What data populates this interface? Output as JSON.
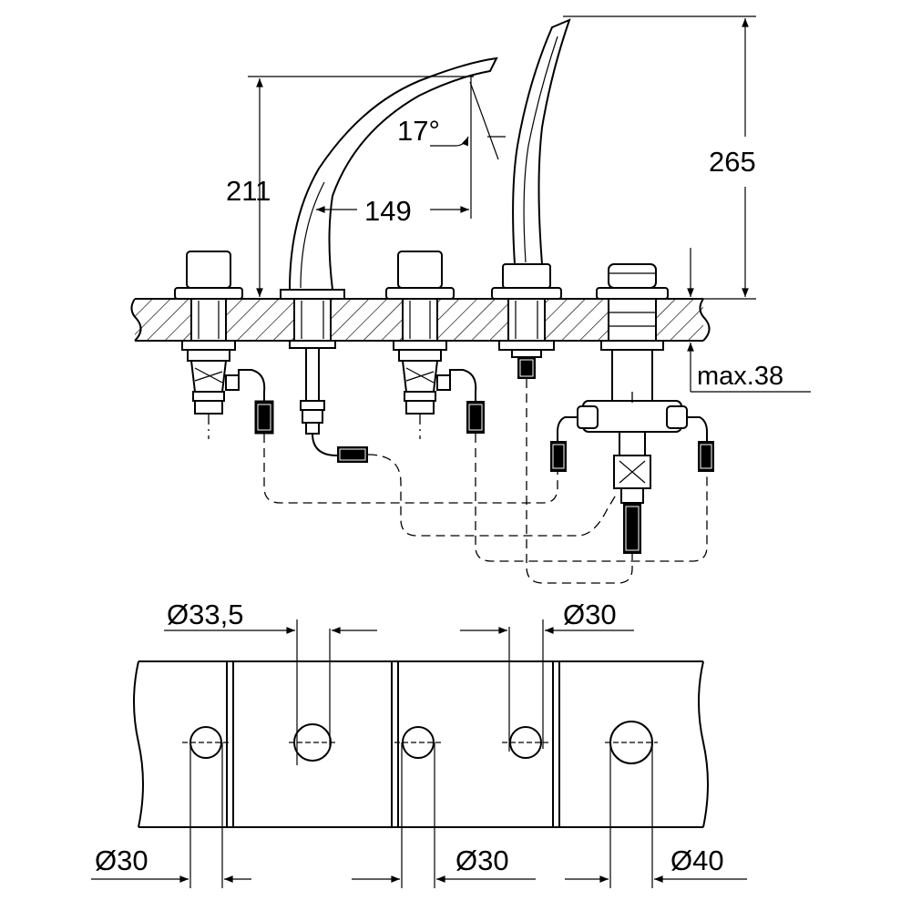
{
  "drawing": {
    "dimensions": {
      "spout_height": "211",
      "spout_reach": "149",
      "spout_angle": "17°",
      "handshower_height": "265",
      "deck_thickness": "max.38",
      "hole_top_left": "Ø33,5",
      "hole_top_right": "Ø30",
      "hole_bottom_left": "Ø30",
      "hole_bottom_mid": "Ø30",
      "hole_bottom_right": "Ø40"
    }
  }
}
